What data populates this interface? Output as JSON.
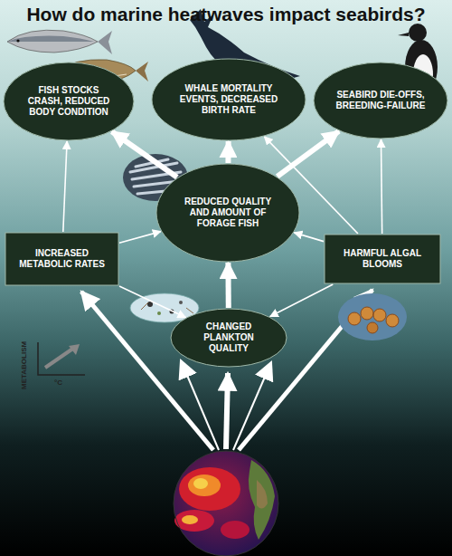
{
  "diagram": {
    "title": "How do marine heatwaves impact seabirds?",
    "nodes": [
      {
        "text": [
          "FISH STOCKS CRASH, REDUCED BODY CONDITION"
        ]
      },
      {
        "text": [
          "WHALE MORTALITY EVENTS, DECREASED BIRTH RATE"
        ]
      },
      {
        "text": [
          "SEABIRD DIE-OFFS, BREEDING-FAILURE"
        ]
      },
      {
        "text": [
          "REDUCED QUALITY AND AMOUNT OF FORAGE FISH"
        ]
      },
      {
        "text": [
          "INCREASED METABOLIC RATES"
        ]
      },
      {
        "text": [
          "HARMFUL ALGAL BLOOMS"
        ]
      },
      {
        "text": [
          "CHANGED PLANKTON QUALITY"
        ]
      }
    ],
    "edges": [
      {
        "from": 3,
        "to": 0,
        "arrow": "to"
      },
      {
        "from": 3,
        "to": 1,
        "arrow": "to"
      },
      {
        "from": 3,
        "to": 2,
        "arrow": "to"
      },
      {
        "from": 4,
        "to": 0,
        "arrow": "to"
      },
      {
        "from": 4,
        "to": 3,
        "arrow": "to"
      },
      {
        "from": 5,
        "to": 1,
        "arrow": "to"
      },
      {
        "from": 5,
        "to": 2,
        "arrow": "to"
      },
      {
        "from": 5,
        "to": 3,
        "arrow": "to"
      },
      {
        "from": 6,
        "to": 3,
        "arrow": "to"
      },
      {
        "from": 4,
        "to": 6,
        "arrow": "to"
      },
      {
        "from": 5,
        "to": 6,
        "arrow": "to"
      }
    ],
    "labels": [
      "METABOLISM",
      "°C"
    ]
  }
}
